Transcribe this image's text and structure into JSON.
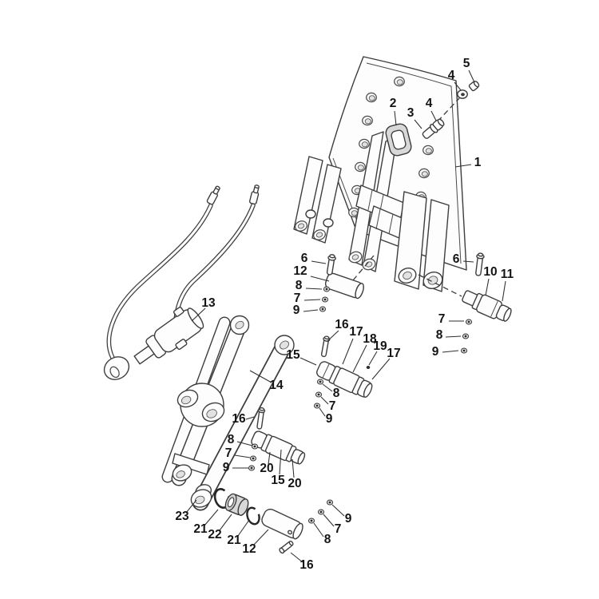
{
  "diagram": {
    "kind": "exploded-parts-diagram",
    "visible_part_numbers": [
      "1",
      "2",
      "3",
      "4",
      "5",
      "6",
      "7",
      "8",
      "9",
      "10",
      "11",
      "12",
      "13",
      "14",
      "15",
      "16",
      "17",
      "18",
      "19",
      "20",
      "21",
      "22",
      "23"
    ]
  },
  "colors": {
    "background": "#ffffff",
    "line": "#3d3d3d",
    "label": "#141414",
    "shade": "#d8d8d8"
  },
  "callouts": [
    {
      "label": "5"
    },
    {
      "label": "4"
    },
    {
      "label": "4"
    },
    {
      "label": "3"
    },
    {
      "label": "2"
    },
    {
      "label": "1"
    },
    {
      "label": "6"
    },
    {
      "label": "12"
    },
    {
      "label": "8"
    },
    {
      "label": "7"
    },
    {
      "label": "9"
    },
    {
      "label": "6"
    },
    {
      "label": "10"
    },
    {
      "label": "11"
    },
    {
      "label": "7"
    },
    {
      "label": "8"
    },
    {
      "label": "9"
    },
    {
      "label": "13"
    },
    {
      "label": "16"
    },
    {
      "label": "17"
    },
    {
      "label": "15"
    },
    {
      "label": "18"
    },
    {
      "label": "19"
    },
    {
      "label": "17"
    },
    {
      "label": "14"
    },
    {
      "label": "8"
    },
    {
      "label": "7"
    },
    {
      "label": "9"
    },
    {
      "label": "16"
    },
    {
      "label": "8"
    },
    {
      "label": "7"
    },
    {
      "label": "9"
    },
    {
      "label": "20"
    },
    {
      "label": "15"
    },
    {
      "label": "20"
    },
    {
      "label": "23"
    },
    {
      "label": "21"
    },
    {
      "label": "22"
    },
    {
      "label": "21"
    },
    {
      "label": "12"
    },
    {
      "label": "9"
    },
    {
      "label": "7"
    },
    {
      "label": "8"
    },
    {
      "label": "16"
    }
  ]
}
